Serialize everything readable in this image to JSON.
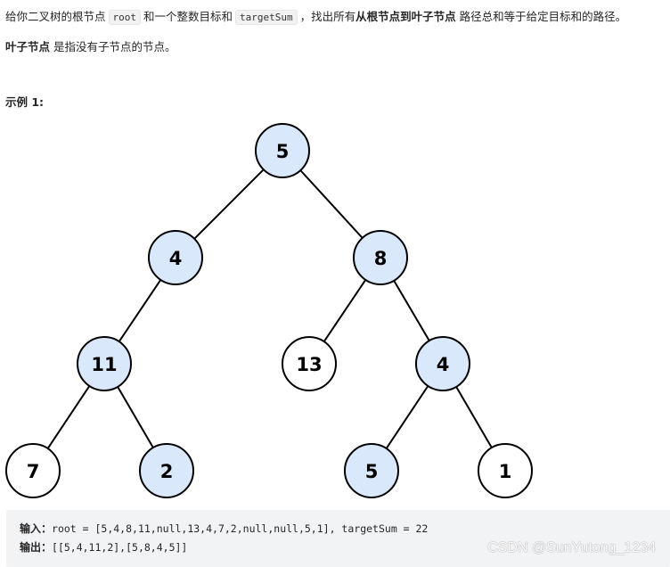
{
  "problem": {
    "p1_a": "给你二叉树的根节点",
    "p1_code1": "root",
    "p1_b": "和一个整数目标和",
    "p1_code2": "targetSum",
    "p1_c": "，找出所有",
    "p1_bold": "从根节点到叶子节点",
    "p1_d": "路径总和等于给定目标和的路径。",
    "p2_bold": "叶子节点",
    "p2_rest": "是指没有子节点的节点。",
    "example_title": "示例 1:"
  },
  "tree": {
    "highlight_color": "#dae8fc",
    "normal_color": "#ffffff",
    "nodes": [
      {
        "id": "n5",
        "label": "5",
        "highlight": true
      },
      {
        "id": "n4",
        "label": "4",
        "highlight": true
      },
      {
        "id": "n8",
        "label": "8",
        "highlight": true
      },
      {
        "id": "n11",
        "label": "11",
        "highlight": true
      },
      {
        "id": "n13",
        "label": "13",
        "highlight": false
      },
      {
        "id": "n4b",
        "label": "4",
        "highlight": true
      },
      {
        "id": "n7",
        "label": "7",
        "highlight": false
      },
      {
        "id": "n2",
        "label": "2",
        "highlight": true
      },
      {
        "id": "n5b",
        "label": "5",
        "highlight": true
      },
      {
        "id": "n1",
        "label": "1",
        "highlight": false
      }
    ],
    "edges": [
      [
        "n5",
        "n4"
      ],
      [
        "n5",
        "n8"
      ],
      [
        "n4",
        "n11"
      ],
      [
        "n8",
        "n13"
      ],
      [
        "n8",
        "n4b"
      ],
      [
        "n11",
        "n7"
      ],
      [
        "n11",
        "n2"
      ],
      [
        "n4b",
        "n5b"
      ],
      [
        "n4b",
        "n1"
      ]
    ]
  },
  "example": {
    "input_label": "输入：",
    "input_value": "root = [5,4,8,11,null,13,4,7,2,null,null,5,1], targetSum = 22",
    "output_label": "输出：",
    "output_value": "[[5,4,11,2],[5,8,4,5]]"
  },
  "watermark": "CSDN @SunYutong_1234"
}
